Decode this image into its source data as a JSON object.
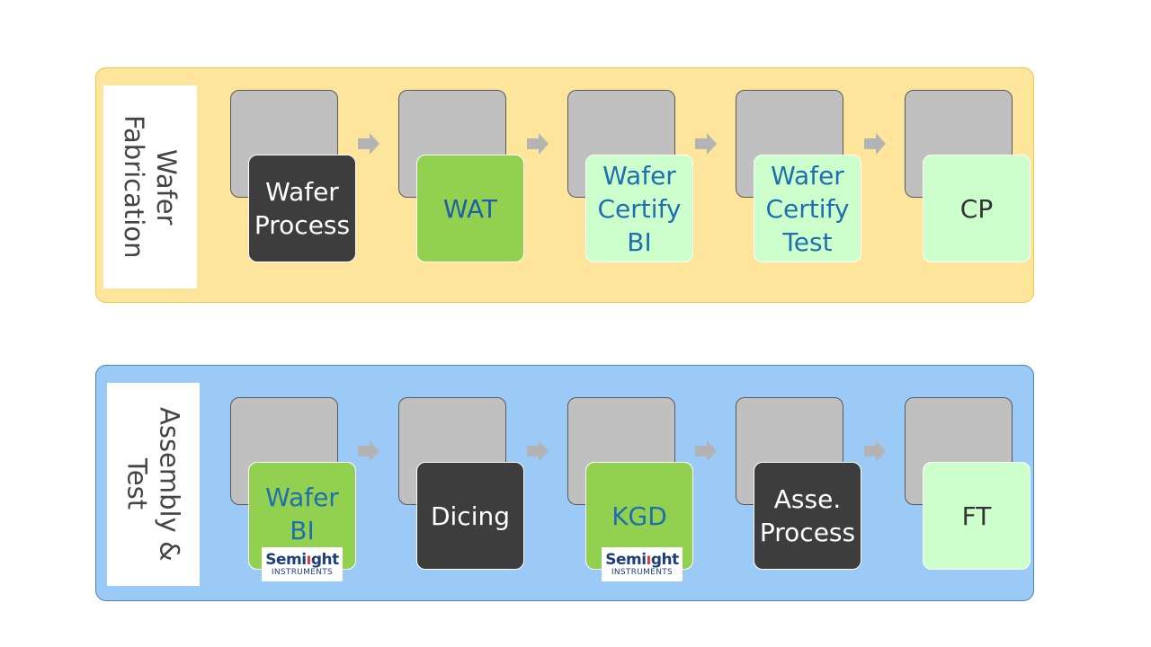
{
  "rows": [
    {
      "label": "Wafer\nFabrication",
      "steps": [
        {
          "text": "Wafer\nProcess",
          "style": "dark"
        },
        {
          "text": "WAT",
          "style": "green"
        },
        {
          "text": "Wafer\nCertify\nBI",
          "style": "pale"
        },
        {
          "text": "Wafer\nCertify\nTest",
          "style": "pale"
        },
        {
          "text": "CP",
          "style": "pale-dark"
        }
      ]
    },
    {
      "label": "Assembly &\nTest",
      "steps": [
        {
          "text": "Wafer\nBI",
          "style": "green-dark"
        },
        {
          "text": "Dicing",
          "style": "dark"
        },
        {
          "text": "KGD",
          "style": "green-dark"
        },
        {
          "text": "Asse.\nProcess",
          "style": "dark"
        },
        {
          "text": "FT",
          "style": "pale-dark"
        }
      ]
    }
  ],
  "logo": {
    "brand_left": "Semi",
    "brand_right": "ght",
    "sub": "INSTRUMENTS"
  },
  "colors": {
    "fab_band": "#fde59c",
    "asm_band": "#9ccaf7",
    "dark_step": "#3d3d3d",
    "green_step": "#92d050",
    "pale_step": "#ccffcc",
    "arrow": "#b3b3b3"
  }
}
